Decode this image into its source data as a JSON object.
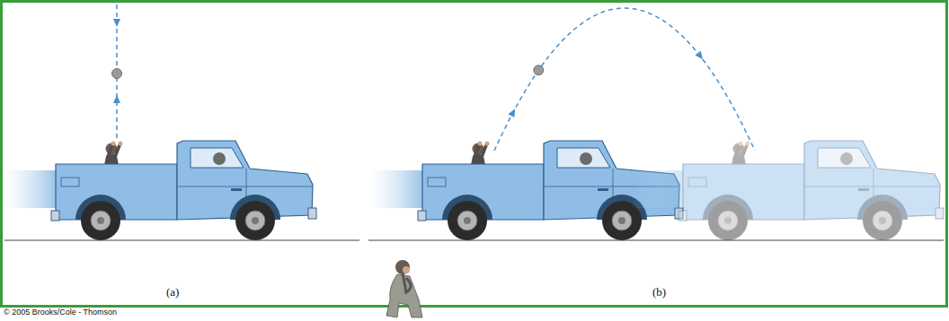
{
  "diagram": {
    "labels": [
      "(a)",
      "(b)",
      "© 2005 Brooks/Cole - Thomson"
    ]
  }
}
